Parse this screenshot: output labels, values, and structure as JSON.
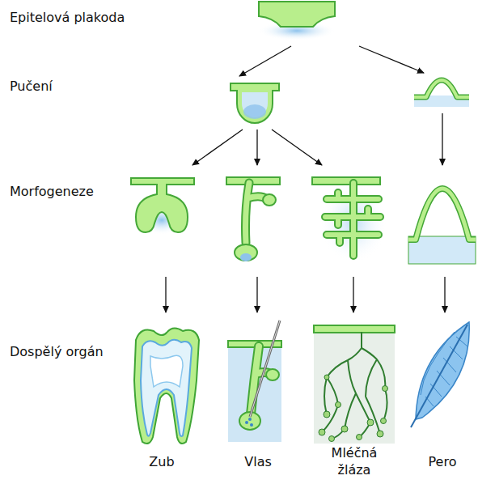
{
  "diagram": {
    "labels": [
      "Epitelová plakoda",
      "Pučení",
      "Morfogeneze",
      "Dospělý orgán",
      "Zub",
      "Vlas",
      "Mléčná žláza",
      "Pero"
    ]
  }
}
